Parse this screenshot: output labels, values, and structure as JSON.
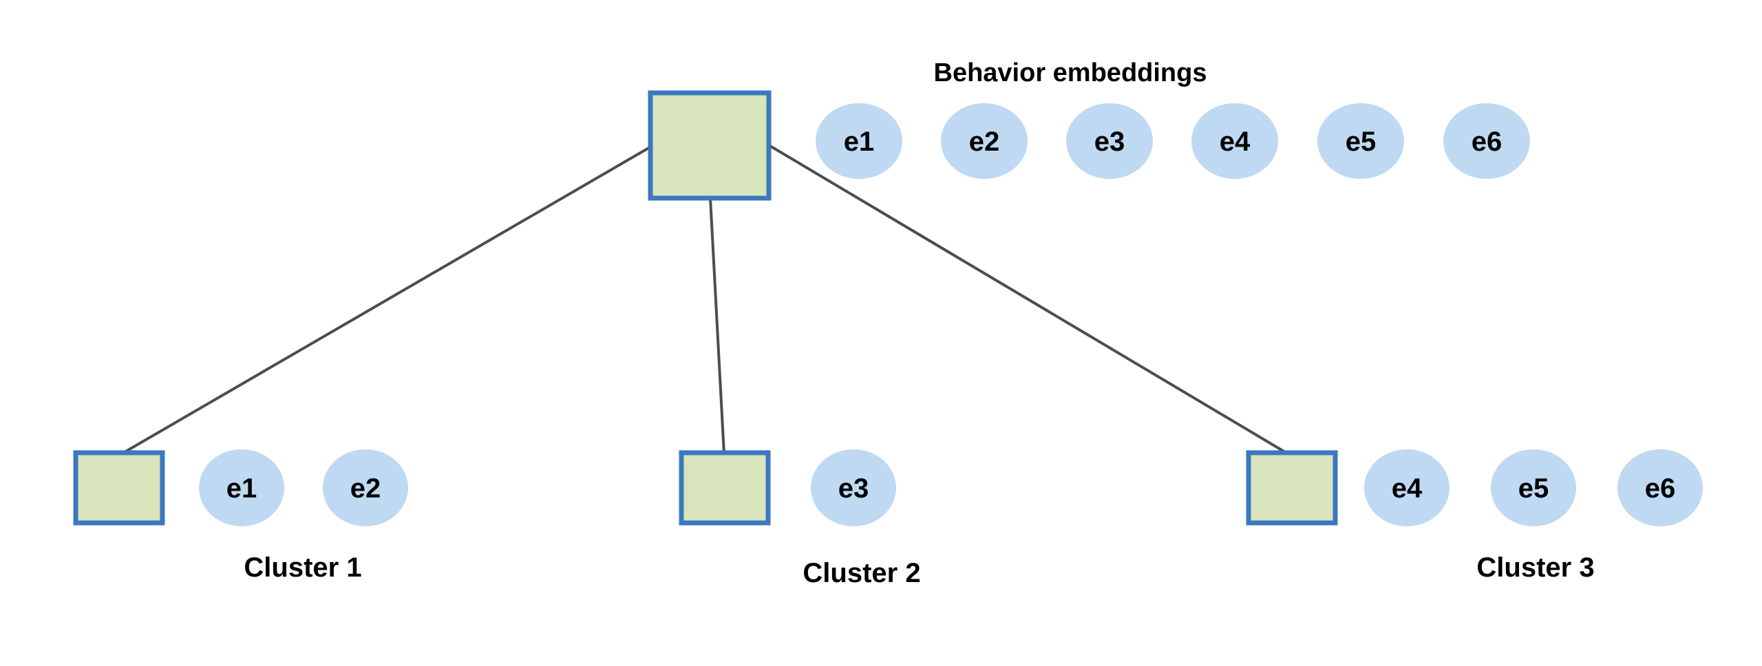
{
  "title": "Behavior embeddings",
  "behavior_embeddings": [
    "e1",
    "e2",
    "e3",
    "e4",
    "e5",
    "e6"
  ],
  "clusters": [
    {
      "id": "cluster-1",
      "label": "Cluster 1",
      "embeddings": [
        "e1",
        "e2"
      ]
    },
    {
      "id": "cluster-2",
      "label": "Cluster 2",
      "embeddings": [
        "e3"
      ]
    },
    {
      "id": "cluster-3",
      "label": "Cluster 3",
      "embeddings": [
        "e4",
        "e5",
        "e6"
      ]
    }
  ],
  "edges": [
    {
      "from": "root-cluster",
      "to": "cluster-1"
    },
    {
      "from": "root-cluster",
      "to": "cluster-2"
    },
    {
      "from": "root-cluster",
      "to": "cluster-3"
    }
  ],
  "colors": {
    "node_fill": "#d8e4bc",
    "node_border": "#3b78c0",
    "embedding_fill": "#bfd9f2",
    "edge_color": "#4d4d4d",
    "text_color": "#000000",
    "background": "#ffffff"
  }
}
